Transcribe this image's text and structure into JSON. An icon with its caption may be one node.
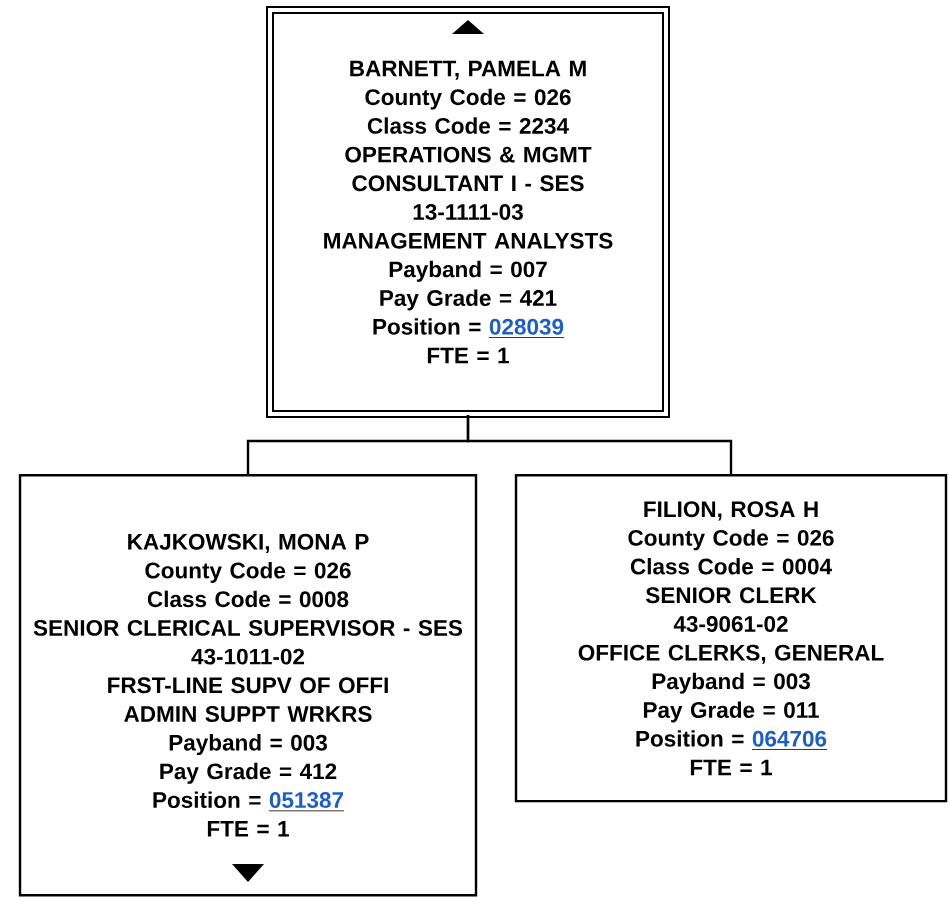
{
  "diagram": {
    "nodes": [
      {
        "text": [
          "BARNETT, PAMELA M",
          "County Code = 026",
          "Class Code = 2234",
          "OPERATIONS & MGMT CONSULTANT I - SES",
          "13-1111-03",
          "MANAGEMENT ANALYSTS",
          "Payband = 007",
          "Pay Grade = 421",
          "Position =",
          "028039",
          "FTE = 1"
        ]
      },
      {
        "text": [
          "KAJKOWSKI, MONA P",
          "County Code = 026",
          "Class Code = 0008",
          "SENIOR CLERICAL SUPERVISOR - SES",
          "43-1011-02",
          "FRST-LINE SUPV OF OFFI ADMIN SUPPT WRKRS",
          "Payband = 003",
          "Pay Grade = 412",
          "Position =",
          "051387",
          "FTE = 1"
        ]
      },
      {
        "text": [
          "FILION, ROSA H",
          "County Code = 026",
          "Class Code = 0004",
          "SENIOR CLERK",
          "43-9061-02",
          "OFFICE CLERKS, GENERAL",
          "Payband = 003",
          "Pay Grade = 011",
          "Position =",
          "064706",
          "FTE = 1"
        ]
      }
    ],
    "edges": [
      {
        "from": 0,
        "to": 1,
        "arrow": "none"
      },
      {
        "from": 0,
        "to": 2,
        "arrow": "none"
      }
    ]
  }
}
